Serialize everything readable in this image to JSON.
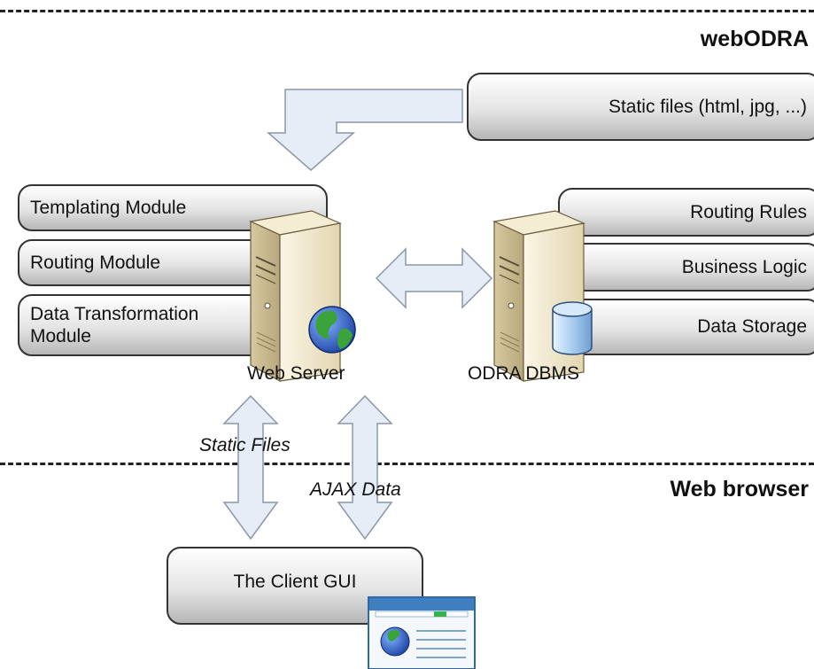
{
  "zones": {
    "server_zone_label": "webODRA",
    "client_zone_label": "Web browser"
  },
  "static_files_box": {
    "label": "Static files (html, jpg, ...)"
  },
  "web_server": {
    "caption": "Web Server",
    "modules": [
      {
        "label": "Templating Module"
      },
      {
        "label": "Routing Module"
      },
      {
        "label": "Data Transformation Module"
      }
    ]
  },
  "odra_dbms": {
    "caption": "ODRA DBMS",
    "layers": [
      {
        "label": "Routing Rules"
      },
      {
        "label": "Business Logic"
      },
      {
        "label": "Data Storage"
      }
    ]
  },
  "flows": {
    "static_files": "Static Files",
    "ajax_data": "AJAX Data"
  },
  "client_gui": {
    "label": "The Client GUI"
  },
  "colors": {
    "arrow_fill": "#e6edf7",
    "arrow_stroke": "#8a97a8",
    "tower_light": "#f6efd9",
    "tower_dark": "#c9b98f",
    "globe_blue": "#2a59c7",
    "globe_green": "#3aa33a",
    "browser_frame": "#3f7fbf",
    "browser_accent": "#36b24a",
    "db_cylinder": "#a9cdf0"
  },
  "icons": [
    "server-tower-icon",
    "globe-icon",
    "database-cylinder-icon",
    "browser-window-icon"
  ]
}
